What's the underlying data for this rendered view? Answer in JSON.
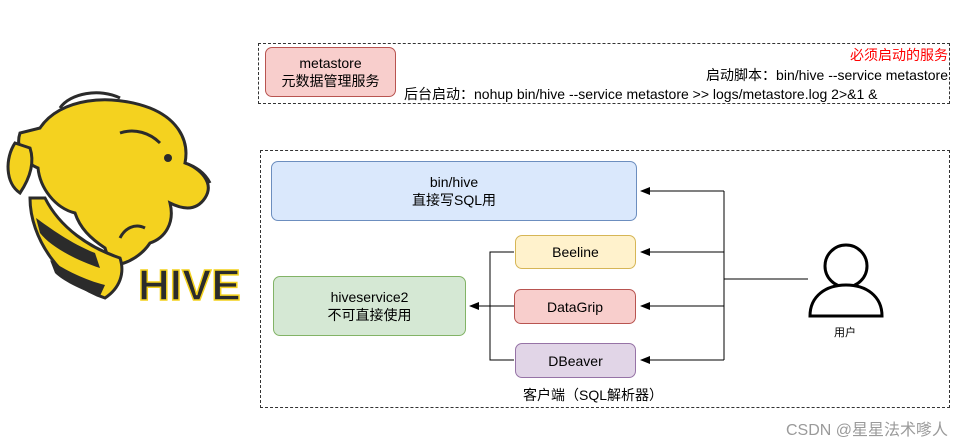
{
  "logo": {
    "text": "HIVE",
    "icon": "hive-bee-elephant-logo"
  },
  "metastore_section": {
    "box_line1": "metastore",
    "box_line2": "元数据管理服务",
    "required_note": "必须启动的服务",
    "start_script": "启动脚本：bin/hive --service metastore",
    "background_start": "后台启动：nohup bin/hive --service metastore >> logs/metastore.log 2>&1 &"
  },
  "client_section": {
    "bin_hive_line1": "bin/hive",
    "bin_hive_line2": "直接写SQL用",
    "hiveserver_line1": "hiveservice2",
    "hiveserver_line2": "不可直接使用",
    "beeline": "Beeline",
    "datagrip": "DataGrip",
    "dbeaver": "DBeaver",
    "caption": "客户端（SQL解析器）",
    "user_label": "用户"
  },
  "watermark": "CSDN @星星法术嗲人",
  "colors": {
    "metastore_fill": "#f8cecc",
    "metastore_border": "#b85450",
    "binhive_fill": "#dae8fc",
    "binhive_border": "#6c8ebf",
    "hs2_fill": "#d5e8d4",
    "hs2_border": "#82b366",
    "beeline_fill": "#fff2cc",
    "beeline_border": "#d6b656",
    "datagrip_fill": "#f8cecc",
    "datagrip_border": "#b85450",
    "dbeaver_fill": "#e1d5e7",
    "dbeaver_border": "#9673a6",
    "required_note": "#ff0000",
    "logo_yellow": "#f4d21f"
  }
}
